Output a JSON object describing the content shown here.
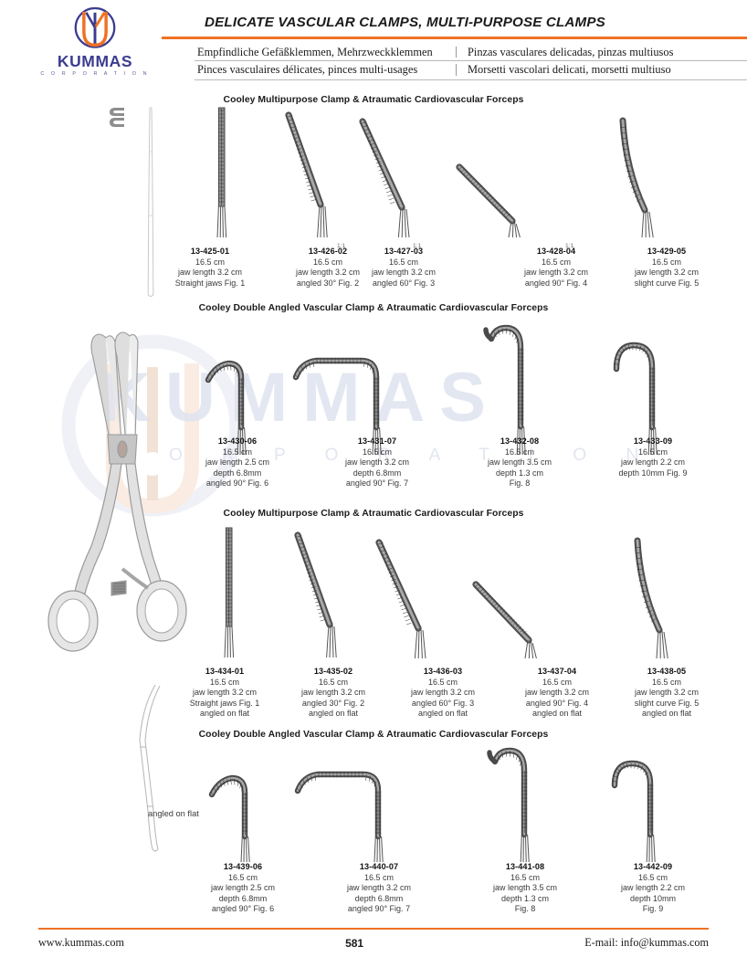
{
  "header": {
    "logo": {
      "word": "KUMMAS",
      "sub": "C O R P O R A T I O N",
      "icon": "kummas-k-monogram"
    },
    "title": "DELICATE VASCULAR CLAMPS, MULTI-PURPOSE CLAMPS",
    "languages": [
      {
        "left": "Empfindliche Gefäßklemmen, Mehrzweckklemmen",
        "right": "Pinzas vasculares delicadas, pinzas multiusos"
      },
      {
        "left": "Pinces vasculaires délicates, pinces multi-usages",
        "right": "Morsetti vascolari delicati, morsetti multiuso"
      }
    ],
    "accent_color": "#ef7125"
  },
  "watermark": {
    "word": "KUMMAS",
    "sub": "C O R P O R A T I O N"
  },
  "annotations": {
    "scale_tag": "1:1",
    "angled_on_flat": "angled on flat"
  },
  "sections": [
    {
      "title": "Cooley Multipurpose Clamp & Atraumatic Cardiovascular Forceps",
      "items": [
        {
          "code": "13-425-01",
          "lines": [
            "16.5 cm",
            "jaw length 3.2 cm",
            "Straight jaws Fig. 1"
          ],
          "scale": ""
        },
        {
          "code": "13-426-02",
          "lines": [
            "16.5 cm",
            "jaw length 3.2 cm",
            "angled 30° Fig. 2"
          ],
          "scale": "1:1"
        },
        {
          "code": "13-427-03",
          "lines": [
            "16.5 cm",
            "jaw length 3.2 cm",
            "angled 60° Fig. 3"
          ],
          "scale": "1:1"
        },
        {
          "code": "13-428-04",
          "lines": [
            "16.5 cm",
            "jaw length 3.2 cm",
            "angled 90° Fig. 4"
          ],
          "scale": "1:1"
        },
        {
          "code": "13-429-05",
          "lines": [
            "16.5 cm",
            "jaw length 3.2 cm",
            "slight curve Fig. 5"
          ],
          "scale": ""
        }
      ]
    },
    {
      "title": "Cooley Double Angled Vascular Clamp & Atraumatic Cardiovascular Forceps",
      "items": [
        {
          "code": "13-430-06",
          "lines": [
            "16.5 cm",
            "jaw length 2.5 cm",
            "depth 6.8mm",
            "angled 90° Fig. 6"
          ],
          "scale": ""
        },
        {
          "code": "13-431-07",
          "lines": [
            "16.5 cm",
            "jaw length 3.2 cm",
            "depth 6.8mm",
            "angled 90° Fig. 7"
          ],
          "scale": ""
        },
        {
          "code": "13-432-08",
          "lines": [
            "16.5 cm",
            "jaw length 3.5 cm",
            "depth 1.3 cm",
            "Fig. 8"
          ],
          "scale": ""
        },
        {
          "code": "13-433-09",
          "lines": [
            "16.5 cm",
            "jaw length 2.2 cm",
            "depth 10mm Fig. 9"
          ],
          "scale": ""
        }
      ]
    },
    {
      "title": "Cooley Multipurpose Clamp & Atraumatic Cardiovascular Forceps",
      "items": [
        {
          "code": "13-434-01",
          "lines": [
            "16.5 cm",
            "jaw length 3.2 cm",
            "Straight jaws Fig. 1",
            "angled on flat"
          ],
          "scale": ""
        },
        {
          "code": "13-435-02",
          "lines": [
            "16.5 cm",
            "jaw length 3.2 cm",
            "angled 30° Fig. 2",
            "angled on flat"
          ],
          "scale": ""
        },
        {
          "code": "13-436-03",
          "lines": [
            "16.5 cm",
            "jaw length 3.2 cm",
            "angled 60° Fig. 3",
            "angled on flat"
          ],
          "scale": ""
        },
        {
          "code": "13-437-04",
          "lines": [
            "16.5 cm",
            "jaw length 3.2 cm",
            "angled 90° Fig. 4",
            "angled on flat"
          ],
          "scale": ""
        },
        {
          "code": "13-438-05",
          "lines": [
            "16.5 cm",
            "jaw length 3.2 cm",
            "slight curve Fig. 5",
            "angled on flat"
          ],
          "scale": ""
        }
      ]
    },
    {
      "title": "Cooley Double Angled Vascular Clamp & Atraumatic Cardiovascular Forceps",
      "items": [
        {
          "code": "13-439-06",
          "lines": [
            "16.5 cm",
            "jaw length 2.5 cm",
            "depth 6.8mm",
            "angled 90° Fig. 6"
          ],
          "scale": ""
        },
        {
          "code": "13-440-07",
          "lines": [
            "16.5 cm",
            "jaw length 3.2 cm",
            "depth 6.8mm",
            "angled 90° Fig. 7"
          ],
          "scale": ""
        },
        {
          "code": "13-441-08",
          "lines": [
            "16.5 cm",
            "jaw length 3.5 cm",
            "depth 1.3 cm",
            "Fig. 8"
          ],
          "scale": ""
        },
        {
          "code": "13-442-09",
          "lines": [
            "16.5 cm",
            "jaw length 2.2 cm",
            "depth 10mm",
            "Fig. 9"
          ],
          "scale": ""
        }
      ]
    }
  ],
  "footer": {
    "website": "www.kummas.com",
    "page": "581",
    "email": "E-mail: info@kummas.com"
  }
}
